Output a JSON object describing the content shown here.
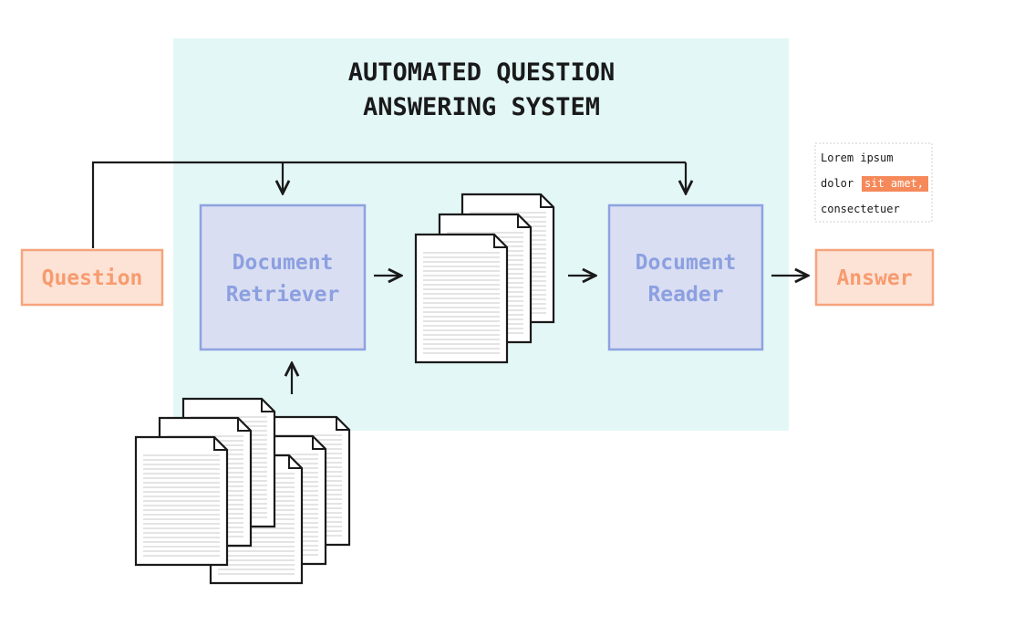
{
  "title": {
    "line1": "AUTOMATED QUESTION",
    "line2": "ANSWERING SYSTEM"
  },
  "nodes": {
    "question": "Question",
    "retriever": {
      "line1": "Document",
      "line2": "Retriever"
    },
    "reader": {
      "line1": "Document",
      "line2": "Reader"
    },
    "answer": "Answer"
  },
  "snippet": {
    "line1": "Lorem ipsum",
    "line2_prefix": "dolor",
    "line2_highlight": "sit amet,",
    "line3": "consectetuer"
  },
  "colors": {
    "system_background": "#e3f7f6",
    "processor_fill": "#d9def2",
    "processor_stroke": "#8ea2e2",
    "processor_text": "#8ca0e0",
    "io_fill": "#fde3d6",
    "io_stroke": "#f6a47e",
    "io_text": "#f79b6f",
    "highlight": "#f6895a",
    "line": "#1a1a1a"
  },
  "icons": {
    "flow_arrows": "arrow-right",
    "retrieved_documents": "document-stack-icon",
    "corpus": "document-pile-icon"
  }
}
